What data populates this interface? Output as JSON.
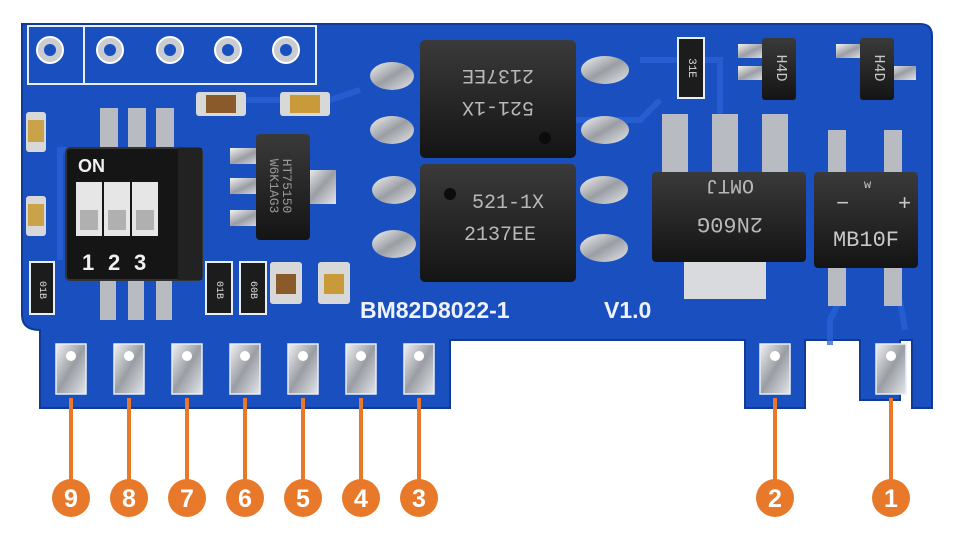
{
  "board": {
    "label": "BM82D8022-1",
    "version": "V1.0",
    "colors": {
      "pcb": "#1a4fc0",
      "pcb_dark": "#123e9c",
      "silk": "#e8eef8",
      "pad": "#c9ccd1",
      "callout": "#e8792a"
    }
  },
  "dip_switch": {
    "on_label": "ON",
    "positions": [
      "1",
      "2",
      "3"
    ]
  },
  "components": {
    "optocoupler_top_line1": "521-1X",
    "optocoupler_top_line2": "2137EE",
    "optocoupler_bottom_line1": "521-1X",
    "optocoupler_bottom_line2": "2137EE",
    "regulator_line1": "HT75150",
    "regulator_line2": "W6K1AG3",
    "mosfet_line1": "2N60G",
    "mosfet_line2": "OMTJ",
    "bridge_label": "MB10F",
    "bridge_minus": "−",
    "bridge_plus": "+",
    "bridge_mark": "w",
    "diode1": "H4D",
    "diode2": "H4D",
    "resistor_code": "31E",
    "small_resistor_1": "01B",
    "small_resistor_2": "01B",
    "small_resistor_3": "60B"
  },
  "pins": [
    "9",
    "8",
    "7",
    "6",
    "5",
    "4",
    "3",
    "2",
    "1"
  ]
}
